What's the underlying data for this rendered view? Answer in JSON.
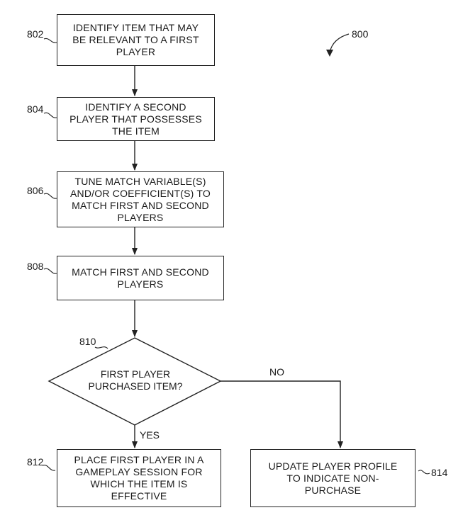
{
  "figure_ref": "800",
  "steps": {
    "s802": {
      "ref": "802",
      "lines": [
        "IDENTIFY ITEM THAT MAY",
        "BE RELEVANT TO A FIRST",
        "PLAYER"
      ]
    },
    "s804": {
      "ref": "804",
      "lines": [
        "IDENTIFY A SECOND",
        "PLAYER THAT POSSESSES",
        "THE ITEM"
      ]
    },
    "s806": {
      "ref": "806",
      "lines": [
        "TUNE MATCH VARIABLE(S)",
        "AND/OR COEFFICIENT(S) TO",
        "MATCH FIRST AND SECOND",
        "PLAYERS"
      ]
    },
    "s808": {
      "ref": "808",
      "lines": [
        "MATCH FIRST AND SECOND",
        "PLAYERS"
      ]
    },
    "s810": {
      "ref": "810",
      "lines": [
        "FIRST PLAYER",
        "PURCHASED ITEM?"
      ]
    },
    "s812": {
      "ref": "812",
      "lines": [
        "PLACE FIRST PLAYER IN A",
        "GAMEPLAY SESSION FOR",
        "WHICH THE ITEM IS",
        "EFFECTIVE"
      ]
    },
    "s814": {
      "ref": "814",
      "lines": [
        "UPDATE PLAYER PROFILE",
        "TO INDICATE NON-",
        "PURCHASE"
      ]
    }
  },
  "branches": {
    "yes": "YES",
    "no": "NO"
  }
}
